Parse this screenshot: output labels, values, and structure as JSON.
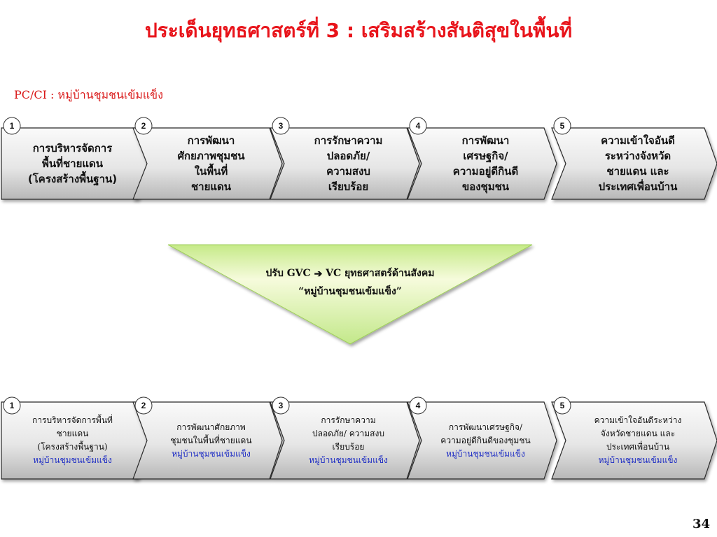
{
  "slide": {
    "title": "ประเด็นยุทธศาสตร์ที่ 3 : เสริมสร้างสันติสุขในพื้นที่",
    "subtitle": "PC/CI : หมู่บ้านชุมชนเข้มแข็ง",
    "page_number": "34"
  },
  "row1": {
    "items": [
      {
        "num": "1",
        "lines": [
          "การบริหารจัดการ",
          "พื้นที่ชายแดน",
          "(โครงสร้างพื้นฐาน)"
        ]
      },
      {
        "num": "2",
        "lines": [
          "การพัฒนา",
          "ศักยภาพชุมชน",
          "ในพื้นที่",
          "ชายแดน"
        ]
      },
      {
        "num": "3",
        "lines": [
          "การรักษาความ",
          "ปลอดภัย/",
          "ความสงบ",
          "เรียบร้อย"
        ]
      },
      {
        "num": "4",
        "lines": [
          "การพัฒนา",
          "เศรษฐกิจ/",
          "ความอยู่ดีกินดี",
          "ของชุมชน"
        ]
      },
      {
        "num": "5",
        "lines": [
          "ความเข้าใจอันดี",
          "ระหว่างจังหวัด",
          "ชายแดน และ",
          "ประเทศเพื่อนบ้าน"
        ]
      }
    ]
  },
  "triangle": {
    "line1_prefix": "ปรับ GVC",
    "line1_arrow": "➔",
    "line1_suffix": "VC ยุทธศาสตร์ด้านสังคม",
    "line2": "“หมู่บ้านชุมชนเข้มแข็ง”"
  },
  "row2": {
    "items": [
      {
        "num": "1",
        "lines": [
          "การบริหารจัดการพื้นที่",
          "ชายแดน",
          "(โครงสร้างพื้นฐาน)"
        ],
        "tag": "หมู่บ้านชุมชนเข้มแข็ง"
      },
      {
        "num": "2",
        "lines": [
          "การพัฒนาศักยภาพ",
          "ชุมชนในพื้นที่ชายแดน"
        ],
        "tag": "หมู่บ้านชุมชนเข้มแข็ง"
      },
      {
        "num": "3",
        "lines": [
          "การรักษาความ",
          "ปลอดภัย/ ความสงบ",
          "เรียบร้อย"
        ],
        "tag": "หมู่บ้านชุมชนเข้มแข็ง"
      },
      {
        "num": "4",
        "lines": [
          "การพัฒนาเศรษฐกิจ/",
          "ความอยู่ดีกินดีของชุมชน"
        ],
        "tag": "หมู่บ้านชุมชนเข้มแข็ง"
      },
      {
        "num": "5",
        "lines": [
          "ความเข้าใจอันดีระหว่าง",
          "จังหวัดชายแดน และ",
          "ประเทศเพื่อนบ้าน"
        ],
        "tag": "หมู่บ้านชุมชนเข้มแข็ง"
      }
    ]
  },
  "colors": {
    "title": "#e8141b",
    "chevron_light": "#f4f4f4",
    "chevron_dark": "#b9b9b9",
    "triangle_light": "#f4fbd4",
    "triangle_dark": "#b4e36a",
    "tag_blue": "#1f2ec4"
  }
}
